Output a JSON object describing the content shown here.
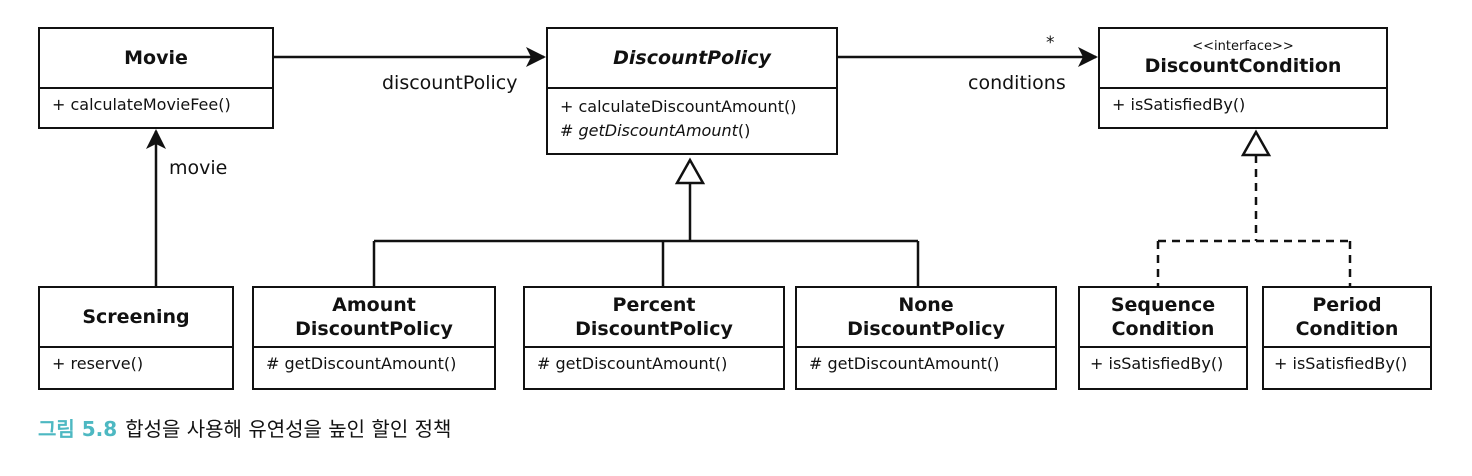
{
  "classes": {
    "movie": {
      "name": "Movie",
      "ops": [
        "+ calculateMovieFee()"
      ]
    },
    "discount_policy": {
      "name": "DiscountPolicy",
      "ops": [
        "+ calculateDiscountAmount()"
      ],
      "abstract_op_prefix": "# ",
      "abstract_op": "getDiscountAmount",
      "abstract_op_suffix": "()"
    },
    "discount_condition": {
      "stereotype": "<<interface>>",
      "name": "DiscountCondition",
      "ops": [
        "+ isSatisfiedBy()"
      ]
    },
    "screening": {
      "name": "Screening",
      "ops": [
        "+ reserve()"
      ]
    },
    "amount_discount_policy": {
      "name_line1": "Amount",
      "name_line2": "DiscountPolicy",
      "ops": [
        "# getDiscountAmount()"
      ]
    },
    "percent_discount_policy": {
      "name_line1": "Percent",
      "name_line2": "DiscountPolicy",
      "ops": [
        "# getDiscountAmount()"
      ]
    },
    "none_discount_policy": {
      "name_line1": "None",
      "name_line2": "DiscountPolicy",
      "ops": [
        "# getDiscountAmount()"
      ]
    },
    "sequence_condition": {
      "name_line1": "Sequence",
      "name_line2": "Condition",
      "ops": [
        "+ isSatisfiedBy()"
      ]
    },
    "period_condition": {
      "name_line1": "Period",
      "name_line2": "Condition",
      "ops": [
        "+ isSatisfiedBy()"
      ]
    }
  },
  "relations": {
    "movie_to_policy": "discountPolicy",
    "screening_to_movie": "movie",
    "policy_to_conditions": "conditions",
    "conditions_multiplicity": "*"
  },
  "caption": {
    "figure": "그림 5.8",
    "text": "합성을 사용해 유연성을 높인 할인 정책"
  },
  "colors": {
    "line": "#111111",
    "caption_accent": "#4db8c2"
  }
}
